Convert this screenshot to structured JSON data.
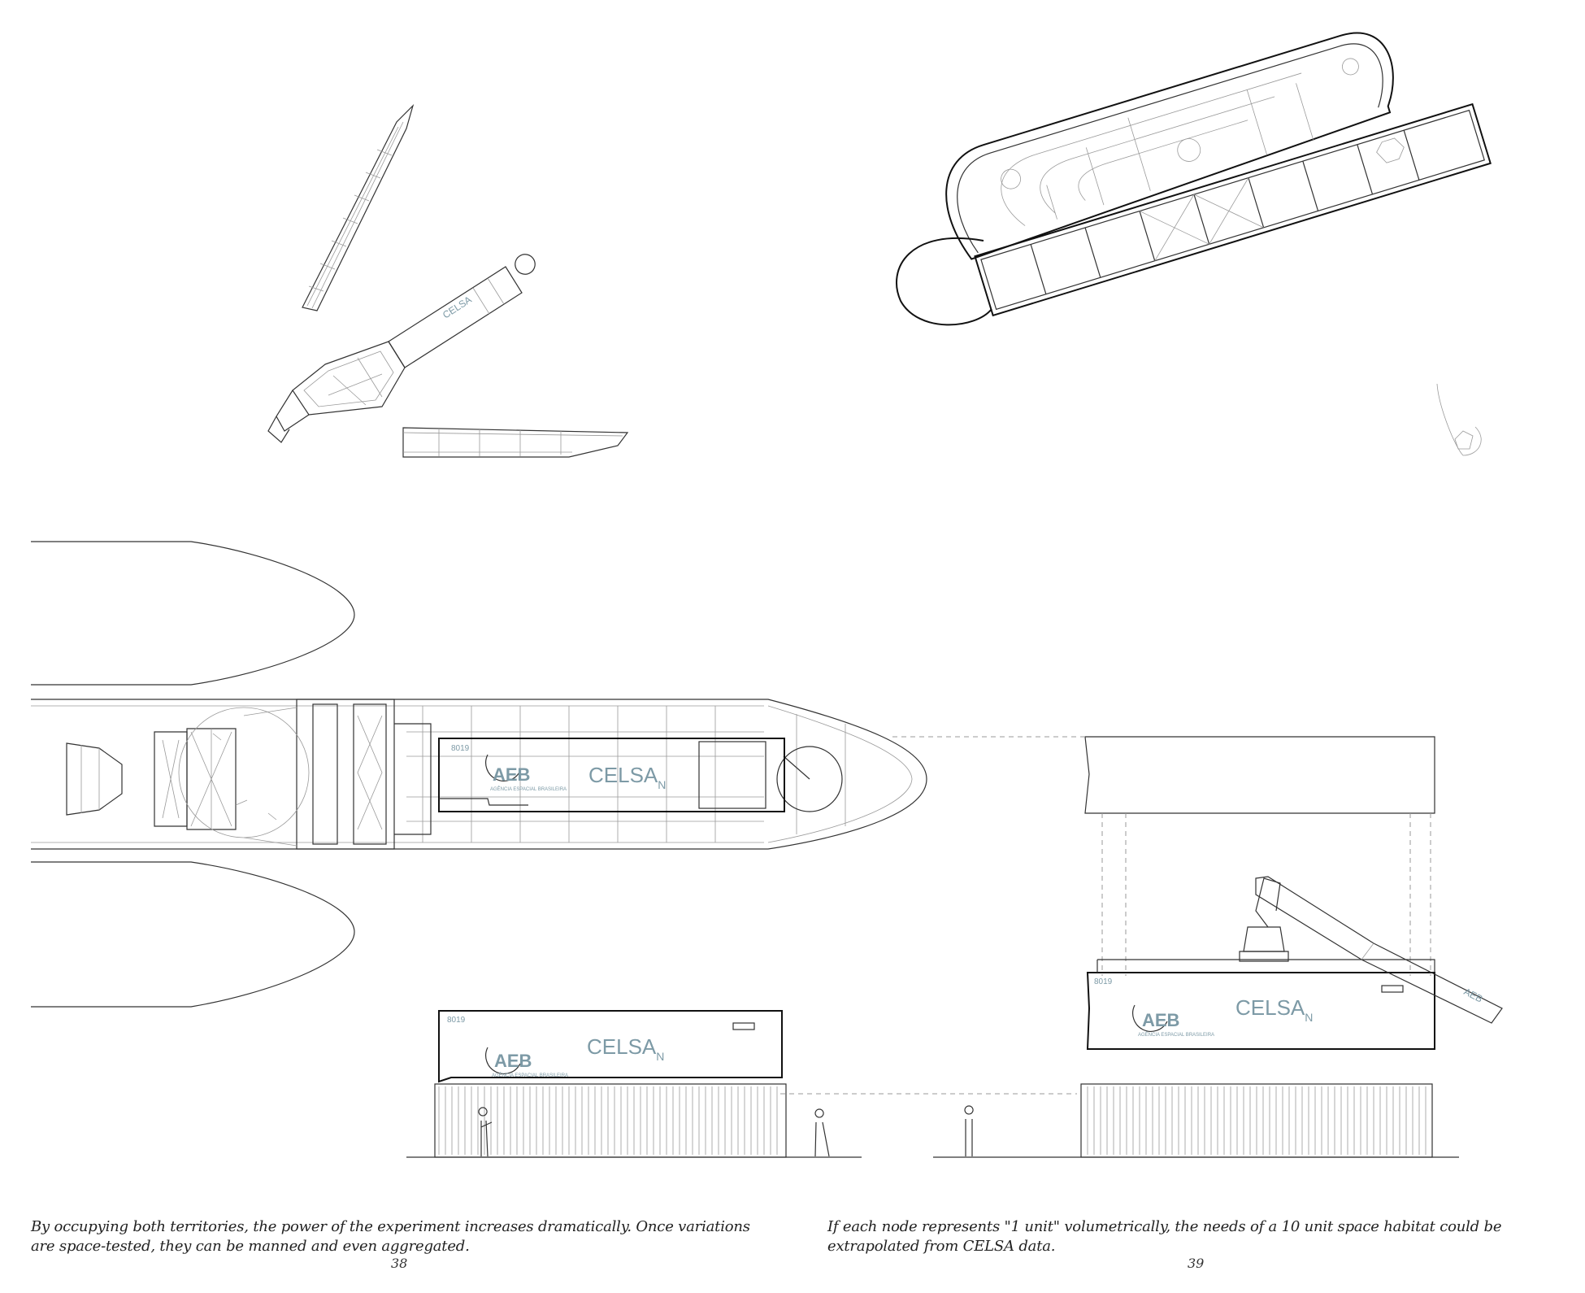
{
  "captions": {
    "left": "By occupying both territories, the power of the experiment increases dramatically. Once variations are space-tested, they can be manned and even aggregated.",
    "right": "If each node represents \"1 unit\" volumetrically, the needs of a 10 unit space habitat could be extrapolated from CELSA data."
  },
  "page_numbers": {
    "left": "38",
    "right": "39"
  },
  "module": {
    "name": "CELSA",
    "subscript": "N",
    "serial": "8019",
    "agency_logo": "AEB",
    "agency_name": "AGÊNCIA ESPACIAL BRASILEIRA"
  },
  "colors": {
    "ink": "#333333",
    "accent": "#7d9aa6",
    "background": "#ffffff"
  }
}
